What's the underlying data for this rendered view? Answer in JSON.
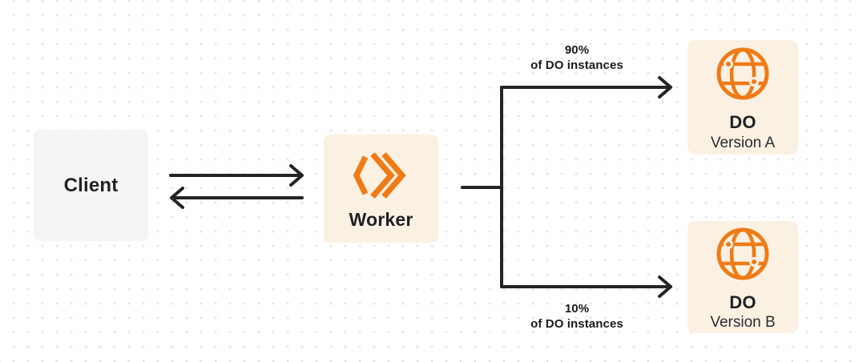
{
  "diagram": {
    "client": {
      "label": "Client"
    },
    "worker": {
      "label": "Worker"
    },
    "do_version_a": {
      "title": "DO",
      "subtitle": "Version A"
    },
    "do_version_b": {
      "title": "DO",
      "subtitle": "Version B"
    },
    "branch_top_label": {
      "percent": "90%",
      "caption": "of DO instances"
    },
    "branch_bottom_label": {
      "percent": "10%",
      "caption": "of DO instances"
    }
  },
  "icons": {
    "worker_icon": "workers-chevrons-icon",
    "do_icon": "globe-icon"
  },
  "colors": {
    "accent_orange": "#ef7b16",
    "box_cream": "#fbf1e3",
    "box_gray": "#f5f5f6",
    "line_dark": "#222426",
    "text_dark": "#1f2124",
    "dot_grid": "#e4e4e6",
    "canvas_bg": "#ffffff"
  }
}
